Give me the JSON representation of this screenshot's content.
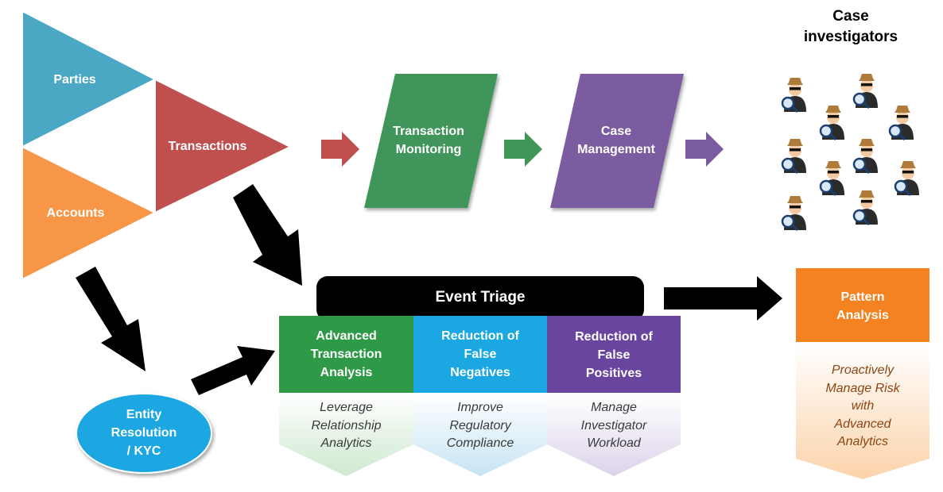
{
  "inputs": {
    "parties": "Parties",
    "transactions": "Transactions",
    "accounts": "Accounts"
  },
  "flow": {
    "transaction_monitoring": "Transaction\nMonitoring",
    "case_management": "Case\nManagement"
  },
  "investigators": {
    "title": "Case\ninvestigators",
    "count": 10
  },
  "entity_resolution": "Entity\nResolution\n/ KYC",
  "event_triage": {
    "title": "Event Triage",
    "columns": [
      {
        "heading": "Advanced\nTransaction\nAnalysis",
        "benefit": "Leverage\nRelationship\nAnalytics",
        "color": "#2e9a48"
      },
      {
        "heading": "Reduction of\nFalse\nNegatives",
        "benefit": "Improve\nRegulatory\nCompliance",
        "color": "#1aa7e2"
      },
      {
        "heading": "Reduction of\nFalse\nPositives",
        "benefit": "Manage\nInvestigator\nWorkload",
        "color": "#6a45a0"
      }
    ]
  },
  "pattern_analysis": {
    "title": "Pattern\nAnalysis",
    "benefit": "Proactively\nManage Risk\nwith\nAdvanced\nAnalytics",
    "color": "#f58220",
    "benefit_color": "#8b4513"
  },
  "colors": {
    "parties": "#4aa8c5",
    "transactions": "#c0504d",
    "accounts": "#f79646",
    "monitoring": "#41965a",
    "case_management": "#7b5ca0",
    "entity": "#1aa7e2",
    "triage_header": "#000000"
  }
}
